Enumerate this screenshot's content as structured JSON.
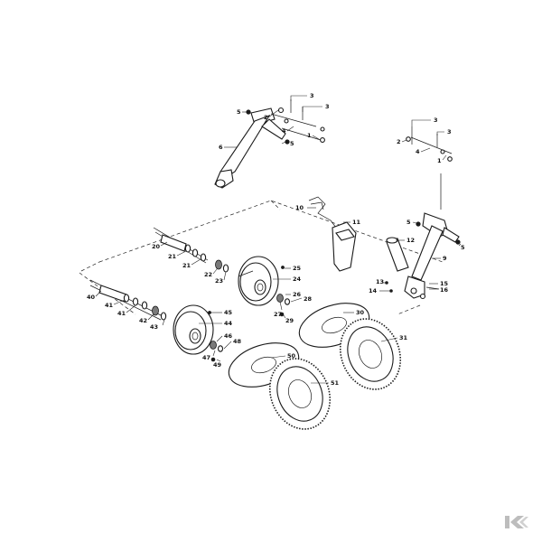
{
  "diagram": {
    "callouts": [
      {
        "id": "c3a",
        "text": "3"
      },
      {
        "id": "c3b",
        "text": "3"
      },
      {
        "id": "c5a",
        "text": "5"
      },
      {
        "id": "c2a",
        "text": "2"
      },
      {
        "id": "c4a",
        "text": "4"
      },
      {
        "id": "c1a",
        "text": "1"
      },
      {
        "id": "c6",
        "text": "6"
      },
      {
        "id": "c5b",
        "text": "5"
      },
      {
        "id": "c3c",
        "text": "3"
      },
      {
        "id": "c3d",
        "text": "3"
      },
      {
        "id": "c2b",
        "text": "2"
      },
      {
        "id": "c4b",
        "text": "4"
      },
      {
        "id": "c1b",
        "text": "1"
      },
      {
        "id": "c10",
        "text": "10"
      },
      {
        "id": "c11",
        "text": "11"
      },
      {
        "id": "c12",
        "text": "12"
      },
      {
        "id": "c5c",
        "text": "5"
      },
      {
        "id": "c5d",
        "text": "5"
      },
      {
        "id": "c9",
        "text": "9"
      },
      {
        "id": "c13",
        "text": "13"
      },
      {
        "id": "c14",
        "text": "14"
      },
      {
        "id": "c15",
        "text": "15"
      },
      {
        "id": "c16",
        "text": "16"
      },
      {
        "id": "c20",
        "text": "20"
      },
      {
        "id": "c21a",
        "text": "21"
      },
      {
        "id": "c21b",
        "text": "21"
      },
      {
        "id": "c22",
        "text": "22"
      },
      {
        "id": "c23",
        "text": "23"
      },
      {
        "id": "c25",
        "text": "25"
      },
      {
        "id": "c24",
        "text": "24"
      },
      {
        "id": "c26",
        "text": "26"
      },
      {
        "id": "c28",
        "text": "28"
      },
      {
        "id": "c27",
        "text": "27"
      },
      {
        "id": "c29",
        "text": "29"
      },
      {
        "id": "c30",
        "text": "30"
      },
      {
        "id": "c31",
        "text": "31"
      },
      {
        "id": "c40",
        "text": "40"
      },
      {
        "id": "c41a",
        "text": "41"
      },
      {
        "id": "c41b",
        "text": "41"
      },
      {
        "id": "c42",
        "text": "42"
      },
      {
        "id": "c43",
        "text": "43"
      },
      {
        "id": "c45",
        "text": "45"
      },
      {
        "id": "c44",
        "text": "44"
      },
      {
        "id": "c46",
        "text": "46"
      },
      {
        "id": "c47",
        "text": "47"
      },
      {
        "id": "c48",
        "text": "48"
      },
      {
        "id": "c49",
        "text": "49"
      },
      {
        "id": "c50",
        "text": "50"
      },
      {
        "id": "c51",
        "text": "51"
      }
    ]
  },
  "logo": {
    "name": "k-logo-icon",
    "color": "#bdbdbd"
  }
}
